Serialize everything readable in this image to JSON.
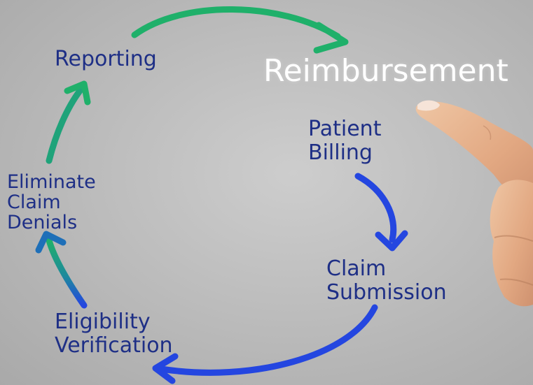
{
  "hub": {
    "label": "Reimbursement"
  },
  "steps": [
    {
      "lines": [
        "Patient",
        "Billing"
      ]
    },
    {
      "lines": [
        "Claim",
        "Submission"
      ]
    },
    {
      "lines": [
        "Eligibility",
        "Verification"
      ]
    },
    {
      "lines": [
        "Eliminate",
        "Claim",
        "Denials"
      ]
    },
    {
      "lines": [
        "Reporting"
      ]
    }
  ],
  "colors": {
    "label_text": "#1e2f86",
    "hub_text": "#ffffff",
    "arrow_green": "#1fb06a",
    "arrow_teal": "#1e8a9c",
    "arrow_blue": "#2446e0",
    "background": "#bdbdbd"
  },
  "icons": {
    "pointer": "pointing-hand-icon"
  }
}
